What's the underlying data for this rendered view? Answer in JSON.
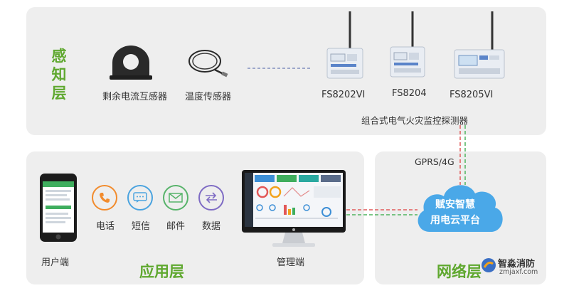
{
  "sensing_layer": {
    "title": "感知层",
    "sensors": [
      {
        "label": "剩余电流互感器",
        "icon": "current-transformer-icon"
      },
      {
        "label": "温度传感器",
        "icon": "temperature-sensor-icon"
      }
    ],
    "devices": [
      {
        "label": "FS8202VI"
      },
      {
        "label": "FS8204"
      },
      {
        "label": "FS8205VI"
      }
    ],
    "group_label": "组合式电气火灾监控探测器"
  },
  "network_layer": {
    "title": "网络层",
    "link_label": "GPRS/4G",
    "cloud_line1": "赋安智慧",
    "cloud_line2": "用电云平台",
    "watermark_name": "智淼消防",
    "watermark_url": "zmjaxf.com"
  },
  "application_layer": {
    "title": "应用层",
    "user_label": "用户端",
    "manager_label": "管理端",
    "channels": [
      {
        "label": "电话",
        "icon": "phone-icon",
        "color": "#f28b2c"
      },
      {
        "label": "短信",
        "icon": "sms-icon",
        "color": "#4aa3df"
      },
      {
        "label": "邮件",
        "icon": "mail-icon",
        "color": "#57b36a"
      },
      {
        "label": "数据",
        "icon": "data-exchange-icon",
        "color": "#7e6bc4"
      }
    ]
  },
  "colors": {
    "accent_green": "#5fa82f",
    "line_red": "#e05a5a",
    "line_green": "#4fb35f",
    "panel_bg": "#eeeeee",
    "cloud_blue": "#4aa8e8"
  }
}
